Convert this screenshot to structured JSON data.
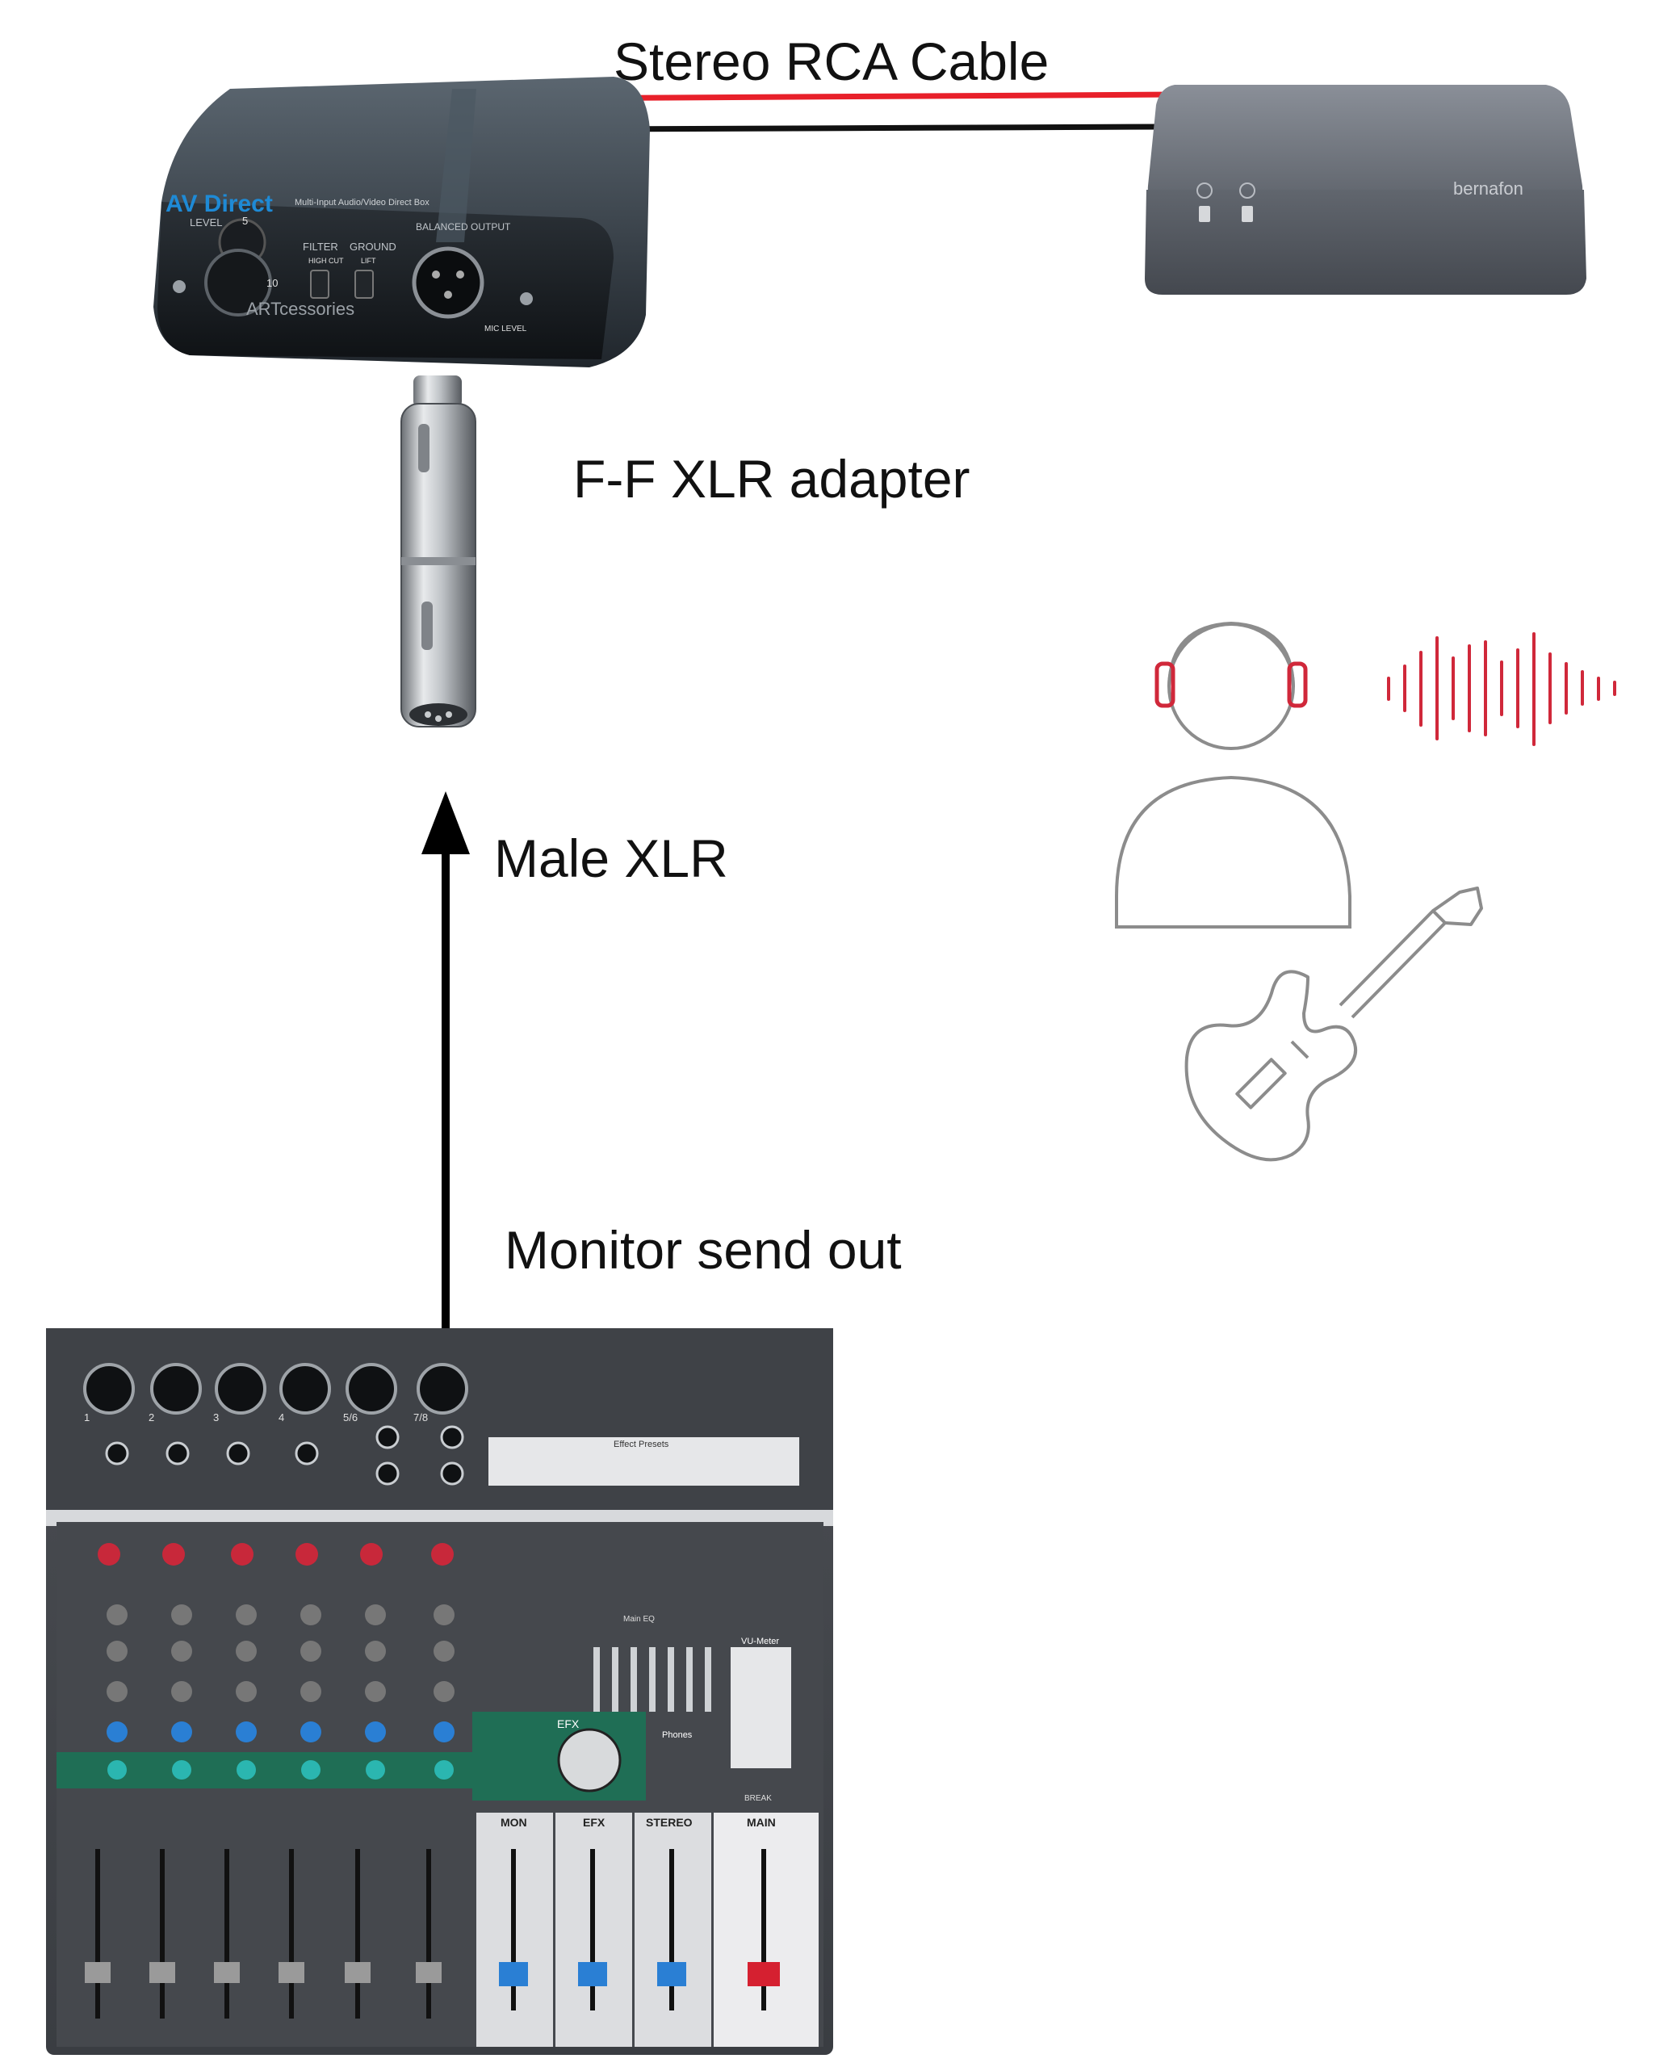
{
  "labels": {
    "rca_cable": "Stereo RCA Cable",
    "xlr_adapter": "F-F XLR adapter",
    "male_xlr": "Male XLR",
    "monitor_send": "Monitor send out"
  },
  "devices": {
    "di_box": {
      "brand_text": "AV Direct",
      "subtitle": "Multi-Input Audio/Video Direct Box",
      "maker": "ARTcessories",
      "output_label": "BALANCED OUTPUT",
      "level_label": "LEVEL",
      "filter_label": "FILTER",
      "ground_label": "GROUND",
      "level_marks": [
        "5",
        "10"
      ],
      "filter_option": "HIGH CUT",
      "ground_option": "LIFT",
      "mic_level": "MIC LEVEL"
    },
    "streamer": {
      "brand_text": "bernafon"
    },
    "mixer": {
      "channel_labels": [
        "1",
        "2",
        "3",
        "4",
        "5/6",
        "7/8"
      ],
      "section_labels": [
        "MON",
        "EFX",
        "STEREO",
        "MAIN"
      ],
      "effect_presets_title": "Effect Presets",
      "efx_label": "EFX",
      "phones_label": "Phones",
      "vu_meter_label": "VU-Meter",
      "break_label": "BREAK",
      "main_eq_label": "Main EQ"
    }
  },
  "colors": {
    "rca_red": "#e8202a",
    "rca_black": "#111111",
    "icon_red": "#d0283a",
    "icon_gray": "#8c8c8c",
    "efx_green": "#1f6e55",
    "fader_blue": "#2a7fd4",
    "fader_red": "#d52030"
  },
  "icons": [
    "person-with-headphones-icon",
    "sound-wave-icon",
    "electric-guitar-icon",
    "arrow-up-icon"
  ]
}
